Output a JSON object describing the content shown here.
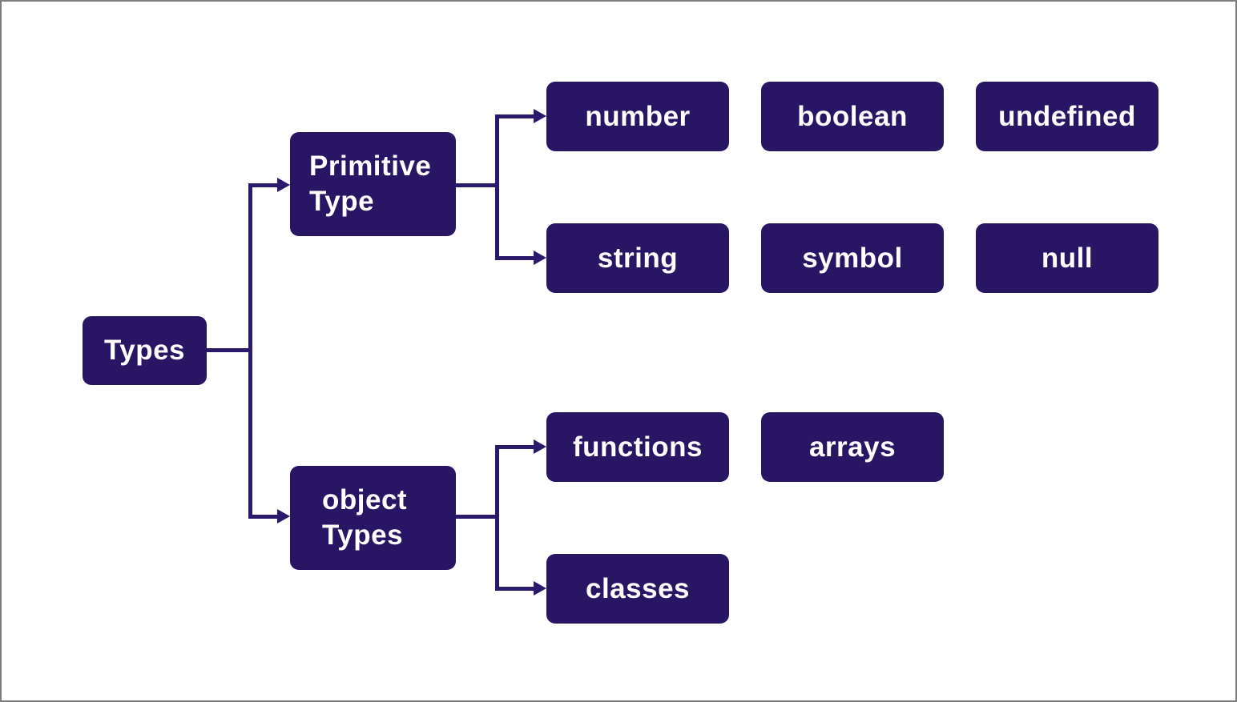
{
  "diagram": {
    "type": "flowchart",
    "direction": "left-to-right",
    "nodes": {
      "types": {
        "label": "Types",
        "level": 0
      },
      "primitive_type": {
        "label": "Primitive Type",
        "level": 1
      },
      "object_types": {
        "label": "object Types",
        "level": 1
      },
      "number": {
        "label": "number",
        "level": 2
      },
      "boolean": {
        "label": "boolean",
        "level": 2
      },
      "undefined": {
        "label": "undefined",
        "level": 2
      },
      "string": {
        "label": "string",
        "level": 2
      },
      "symbol": {
        "label": "symbol",
        "level": 2
      },
      "null": {
        "label": "null",
        "level": 2
      },
      "functions": {
        "label": "functions",
        "level": 2
      },
      "arrays": {
        "label": "arrays",
        "level": 2
      },
      "classes": {
        "label": "classes",
        "level": 2
      }
    },
    "edges": [
      {
        "from": "Types",
        "to": "Primitive Type",
        "arrow": true
      },
      {
        "from": "Types",
        "to": "object Types",
        "arrow": true
      },
      {
        "from": "Primitive Type",
        "to": "number",
        "arrow": true
      },
      {
        "from": "Primitive Type",
        "to": "string",
        "arrow": true
      },
      {
        "from": "object Types",
        "to": "functions",
        "arrow": true
      },
      {
        "from": "object Types",
        "to": "classes",
        "arrow": true
      }
    ],
    "row_groups": [
      {
        "row_of": "number",
        "also_contains": [
          "boolean",
          "symbol"
        ]
      },
      {
        "row_of": "string",
        "also_contains": [
          "undefined",
          "null"
        ]
      },
      {
        "row_of": "functions",
        "also_contains": [
          "arrays"
        ]
      }
    ],
    "colors": {
      "node_fill": "#281563",
      "node_text": "#ffffff",
      "connector": "#2b1a6b",
      "canvas_background": "#ffffff",
      "frame_border": "#7d7d7d"
    }
  }
}
